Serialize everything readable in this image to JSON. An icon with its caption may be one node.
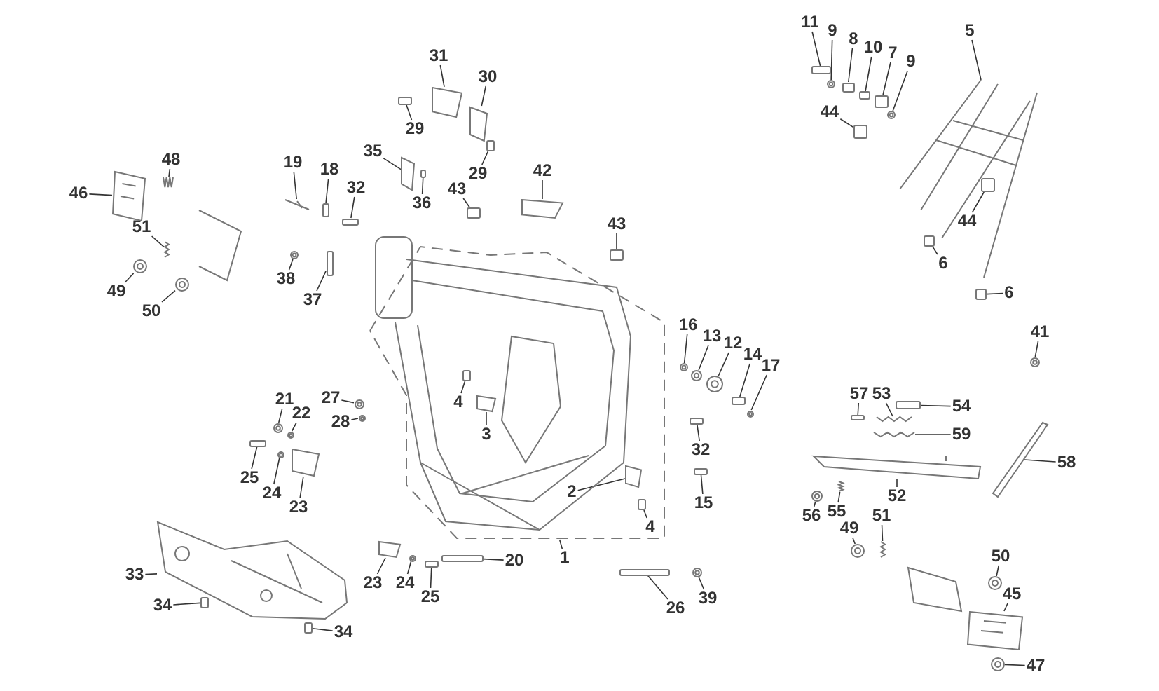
{
  "diagram": {
    "nodes": [
      {
        "text": [],
        "shape": "picture"
      },
      {
        "text": [],
        "shape": "picture"
      },
      {
        "text": [
          "11"
        ]
      },
      {
        "text": [
          "9"
        ]
      },
      {
        "text": [
          "8"
        ]
      },
      {
        "text": [
          "10"
        ]
      },
      {
        "text": [
          "7"
        ]
      },
      {
        "text": [
          "9"
        ]
      },
      {
        "text": [
          "5"
        ]
      },
      {
        "text": [
          "44"
        ]
      },
      {
        "text": [
          "44"
        ],
        "in": 1
      },
      {
        "text": [
          "6"
        ],
        "in": 1
      },
      {
        "text": [
          "6"
        ]
      },
      {
        "text": [
          "41"
        ]
      },
      {
        "text": [
          "16"
        ]
      },
      {
        "text": [
          "13"
        ]
      },
      {
        "text": [
          "12"
        ]
      },
      {
        "text": [
          "14"
        ]
      },
      {
        "text": [
          "17"
        ]
      },
      {
        "text": [
          "31"
        ]
      },
      {
        "text": [
          "30"
        ]
      },
      {
        "text": [
          "29"
        ]
      },
      {
        "text": [
          "29"
        ]
      },
      {
        "text": [
          "35"
        ]
      },
      {
        "text": [
          "36"
        ]
      },
      {
        "text": [
          "43"
        ]
      },
      {
        "text": [
          "42"
        ]
      },
      {
        "text": [
          "43"
        ]
      },
      {
        "text": [
          "19"
        ]
      },
      {
        "text": [
          "18"
        ]
      },
      {
        "text": [
          "32"
        ]
      },
      {
        "text": [
          "38"
        ]
      },
      {
        "text": [
          "37"
        ]
      },
      {
        "text": [
          "46"
        ]
      },
      {
        "text": [
          "48"
        ]
      },
      {
        "text": [
          "51"
        ]
      },
      {
        "text": [
          "49"
        ]
      },
      {
        "text": [
          "50"
        ]
      },
      {
        "text": [
          "21"
        ]
      },
      {
        "text": [
          "22"
        ]
      },
      {
        "text": [
          "27"
        ]
      },
      {
        "text": [
          "28"
        ]
      },
      {
        "text": [
          "25"
        ]
      },
      {
        "text": [
          "24"
        ]
      },
      {
        "text": [
          "23"
        ]
      },
      {
        "text": [
          "4"
        ],
        "in": 0
      },
      {
        "text": [
          "3"
        ],
        "in": 0
      },
      {
        "text": [
          "2"
        ],
        "in": 0
      },
      {
        "text": [
          "4"
        ],
        "in": 0
      },
      {
        "text": [
          "32"
        ]
      },
      {
        "text": [
          "15"
        ]
      },
      {
        "text": [
          "1"
        ]
      },
      {
        "text": [
          "33"
        ]
      },
      {
        "text": [
          "34"
        ]
      },
      {
        "text": [
          "34"
        ]
      },
      {
        "text": [
          "23"
        ]
      },
      {
        "text": [
          "24"
        ]
      },
      {
        "text": [
          "25"
        ]
      },
      {
        "text": [
          "20"
        ]
      },
      {
        "text": [
          "26"
        ]
      },
      {
        "text": [
          "39"
        ]
      },
      {
        "text": [
          "57"
        ]
      },
      {
        "text": [
          "53"
        ]
      },
      {
        "text": [
          "54"
        ]
      },
      {
        "text": [
          "59"
        ]
      },
      {
        "text": [
          "58"
        ]
      },
      {
        "text": [
          "52"
        ]
      },
      {
        "text": [
          "56"
        ]
      },
      {
        "text": [
          "55"
        ]
      },
      {
        "text": [
          "49"
        ]
      },
      {
        "text": [
          "51"
        ]
      },
      {
        "text": [
          "50"
        ]
      },
      {
        "text": [
          "45"
        ]
      },
      {
        "text": [
          "47"
        ]
      },
      {
        "text": [],
        "shape": "box"
      },
      {
        "text": [],
        "shape": "picture"
      },
      {
        "text": [],
        "shape": "box"
      },
      {
        "text": [],
        "shape": "box"
      },
      {
        "text": [],
        "shape": "box"
      },
      {
        "text": [],
        "shape": "picture"
      },
      {
        "text": [],
        "shape": "box"
      },
      {
        "text": [],
        "shape": "box",
        "in": 1
      },
      {
        "text": [],
        "shape": "box",
        "in": 1
      },
      {
        "text": [],
        "shape": "box"
      },
      {
        "text": [],
        "shape": "picture"
      },
      {
        "text": [],
        "shape": "picture"
      },
      {
        "text": [],
        "shape": "picture"
      },
      {
        "text": [],
        "shape": "picture"
      },
      {
        "text": [],
        "shape": "box"
      },
      {
        "text": [],
        "shape": "picture"
      },
      {
        "text": [],
        "shape": "picture"
      },
      {
        "text": [],
        "shape": "picture"
      },
      {
        "text": [],
        "shape": "box"
      },
      {
        "text": [],
        "shape": "box"
      },
      {
        "text": [],
        "shape": "picture"
      },
      {
        "text": [],
        "shape": "box"
      },
      {
        "text": [],
        "shape": "box"
      },
      {
        "text": [],
        "shape": "picture"
      },
      {
        "text": [],
        "shape": "box",
        "in": 0
      },
      {
        "text": [],
        "shape": "picture"
      },
      {
        "text": [],
        "shape": "box"
      },
      {
        "text": [],
        "shape": "box"
      },
      {
        "text": [],
        "shape": "picture"
      },
      {
        "text": [],
        "shape": "box"
      },
      {
        "text": [],
        "shape": "picture"
      },
      {
        "text": [],
        "shape": "picture"
      },
      {
        "text": [],
        "shape": "picture"
      },
      {
        "text": [],
        "shape": "picture"
      },
      {
        "text": [],
        "shape": "picture"
      },
      {
        "text": [],
        "shape": "picture"
      },
      {
        "text": [],
        "shape": "picture"
      },
      {
        "text": [],
        "shape": "picture"
      },
      {
        "text": [],
        "shape": "picture"
      },
      {
        "text": [],
        "shape": "box"
      },
      {
        "text": [],
        "shape": "picture"
      },
      {
        "text": [],
        "shape": "picture"
      },
      {
        "text": [],
        "shape": "box",
        "in": 0
      },
      {
        "text": [],
        "shape": "picture",
        "in": 0
      },
      {
        "text": [],
        "shape": "picture",
        "in": 0
      },
      {
        "text": [],
        "shape": "box",
        "in": 0
      },
      {
        "text": [],
        "shape": "box"
      },
      {
        "text": [],
        "shape": "box"
      },
      {
        "text": [],
        "shape": "picture"
      },
      {
        "text": [],
        "shape": "box",
        "in": 122
      },
      {
        "text": [],
        "shape": "box"
      },
      {
        "text": [],
        "shape": "picture"
      },
      {
        "text": [],
        "shape": "picture"
      },
      {
        "text": [],
        "shape": "box"
      },
      {
        "text": [],
        "shape": "box"
      },
      {
        "text": [],
        "shape": "box"
      },
      {
        "text": [],
        "shape": "picture"
      },
      {
        "text": [],
        "shape": "box"
      },
      {
        "text": [],
        "shape": "picture"
      },
      {
        "text": [],
        "shape": "box"
      },
      {
        "text": [],
        "shape": "picture"
      },
      {
        "text": [],
        "shape": "picture"
      },
      {
        "text": [],
        "shape": "picture"
      },
      {
        "text": [],
        "shape": "picture"
      },
      {
        "text": [],
        "shape": "picture"
      },
      {
        "text": [],
        "shape": "picture"
      },
      {
        "text": [],
        "shape": "picture"
      },
      {
        "text": [],
        "shape": "picture"
      },
      {
        "text": [],
        "shape": "picture"
      },
      {
        "text": [],
        "shape": "picture"
      }
    ],
    "edges": [
      {
        "from": 2,
        "to": 74,
        "arrow": "none"
      },
      {
        "from": 3,
        "to": 75,
        "arrow": "none"
      },
      {
        "from": 4,
        "to": 76,
        "arrow": "none"
      },
      {
        "from": 5,
        "to": 77,
        "arrow": "none"
      },
      {
        "from": 6,
        "to": 78,
        "arrow": "none"
      },
      {
        "from": 7,
        "to": 79,
        "arrow": "none"
      },
      {
        "from": 8,
        "to": 1,
        "arrow": "none"
      },
      {
        "from": 9,
        "to": 80,
        "arrow": "none"
      },
      {
        "from": 10,
        "to": 81,
        "arrow": "none"
      },
      {
        "from": 11,
        "to": 82,
        "arrow": "none"
      },
      {
        "from": 12,
        "to": 83,
        "arrow": "none"
      },
      {
        "from": 13,
        "to": 84,
        "arrow": "none"
      },
      {
        "from": 14,
        "to": 85,
        "arrow": "none"
      },
      {
        "from": 15,
        "to": 86,
        "arrow": "none"
      },
      {
        "from": 16,
        "to": 87,
        "arrow": "none"
      },
      {
        "from": 17,
        "to": 88,
        "arrow": "none"
      },
      {
        "from": 18,
        "to": 89,
        "arrow": "none"
      },
      {
        "from": 19,
        "to": 90,
        "arrow": "none"
      },
      {
        "from": 20,
        "to": 91,
        "arrow": "none"
      },
      {
        "from": 21,
        "to": 92,
        "arrow": "none"
      },
      {
        "from": 22,
        "to": 93,
        "arrow": "none"
      },
      {
        "from": 23,
        "to": 94,
        "arrow": "none"
      },
      {
        "from": 24,
        "to": 95,
        "arrow": "none"
      },
      {
        "from": 25,
        "to": 96,
        "arrow": "none"
      },
      {
        "from": 26,
        "to": 97,
        "arrow": "none"
      },
      {
        "from": 27,
        "to": 98,
        "arrow": "none"
      },
      {
        "from": 28,
        "to": 99,
        "arrow": "none"
      },
      {
        "from": 29,
        "to": 100,
        "arrow": "none"
      },
      {
        "from": 30,
        "to": 101,
        "arrow": "none"
      },
      {
        "from": 31,
        "to": 102,
        "arrow": "none"
      },
      {
        "from": 32,
        "to": 103,
        "arrow": "none"
      },
      {
        "from": 33,
        "to": 104,
        "arrow": "none"
      },
      {
        "from": 34,
        "to": 105,
        "arrow": "none"
      },
      {
        "from": 35,
        "to": 106,
        "arrow": "none"
      },
      {
        "from": 36,
        "to": 107,
        "arrow": "none"
      },
      {
        "from": 37,
        "to": 108,
        "arrow": "none"
      },
      {
        "from": 38,
        "to": 109,
        "arrow": "none"
      },
      {
        "from": 39,
        "to": 110,
        "arrow": "none"
      },
      {
        "from": 40,
        "to": 111,
        "arrow": "none"
      },
      {
        "from": 41,
        "to": 112,
        "arrow": "none"
      },
      {
        "from": 42,
        "to": 113,
        "arrow": "none"
      },
      {
        "from": 43,
        "to": 114,
        "arrow": "none"
      },
      {
        "from": 44,
        "to": 115,
        "arrow": "none"
      },
      {
        "from": 45,
        "to": 116,
        "arrow": "none"
      },
      {
        "from": 46,
        "to": 117,
        "arrow": "none"
      },
      {
        "from": 47,
        "to": 118,
        "arrow": "none"
      },
      {
        "from": 48,
        "to": 119,
        "arrow": "none"
      },
      {
        "from": 49,
        "to": 120,
        "arrow": "none"
      },
      {
        "from": 50,
        "to": 121,
        "arrow": "none"
      },
      {
        "from": 51,
        "to": 0,
        "arrow": "none"
      },
      {
        "from": 52,
        "to": 122,
        "arrow": "none"
      },
      {
        "from": 53,
        "to": 123,
        "arrow": "none"
      },
      {
        "from": 54,
        "to": 124,
        "arrow": "none"
      },
      {
        "from": 55,
        "to": 125,
        "arrow": "none"
      },
      {
        "from": 56,
        "to": 126,
        "arrow": "none"
      },
      {
        "from": 57,
        "to": 127,
        "arrow": "none"
      },
      {
        "from": 58,
        "to": 128,
        "arrow": "none"
      },
      {
        "from": 59,
        "to": 129,
        "arrow": "none"
      },
      {
        "from": 60,
        "to": 130,
        "arrow": "none"
      },
      {
        "from": 61,
        "to": 131,
        "arrow": "none"
      },
      {
        "from": 62,
        "to": 132,
        "arrow": "none"
      },
      {
        "from": 63,
        "to": 133,
        "arrow": "none"
      },
      {
        "from": 64,
        "to": 134,
        "arrow": "none"
      },
      {
        "from": 65,
        "to": 135,
        "arrow": "none"
      },
      {
        "from": 66,
        "to": 136,
        "arrow": "none"
      },
      {
        "from": 67,
        "to": 137,
        "arrow": "none"
      },
      {
        "from": 68,
        "to": 138,
        "arrow": "none"
      },
      {
        "from": 69,
        "to": 139,
        "arrow": "none"
      },
      {
        "from": 70,
        "to": 140,
        "arrow": "none"
      },
      {
        "from": 71,
        "to": 141,
        "arrow": "none"
      },
      {
        "from": 72,
        "to": 142,
        "arrow": "none"
      },
      {
        "from": 73,
        "to": 143,
        "arrow": "none"
      }
    ]
  }
}
